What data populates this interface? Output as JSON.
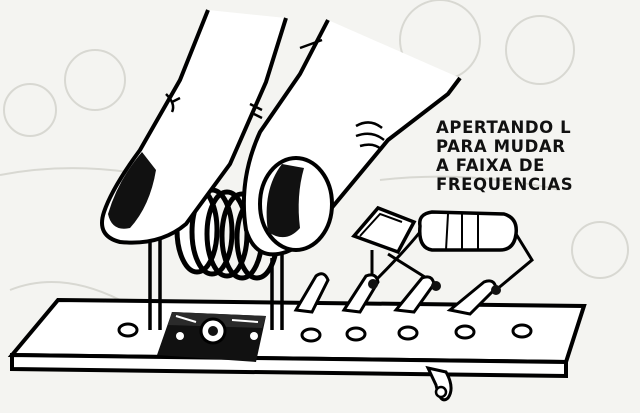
{
  "illustration": {
    "caption_lines": [
      "APERTANDO L",
      "PARA MUDAR",
      "A FAIXA DE",
      "FREQUENCIAS"
    ]
  }
}
